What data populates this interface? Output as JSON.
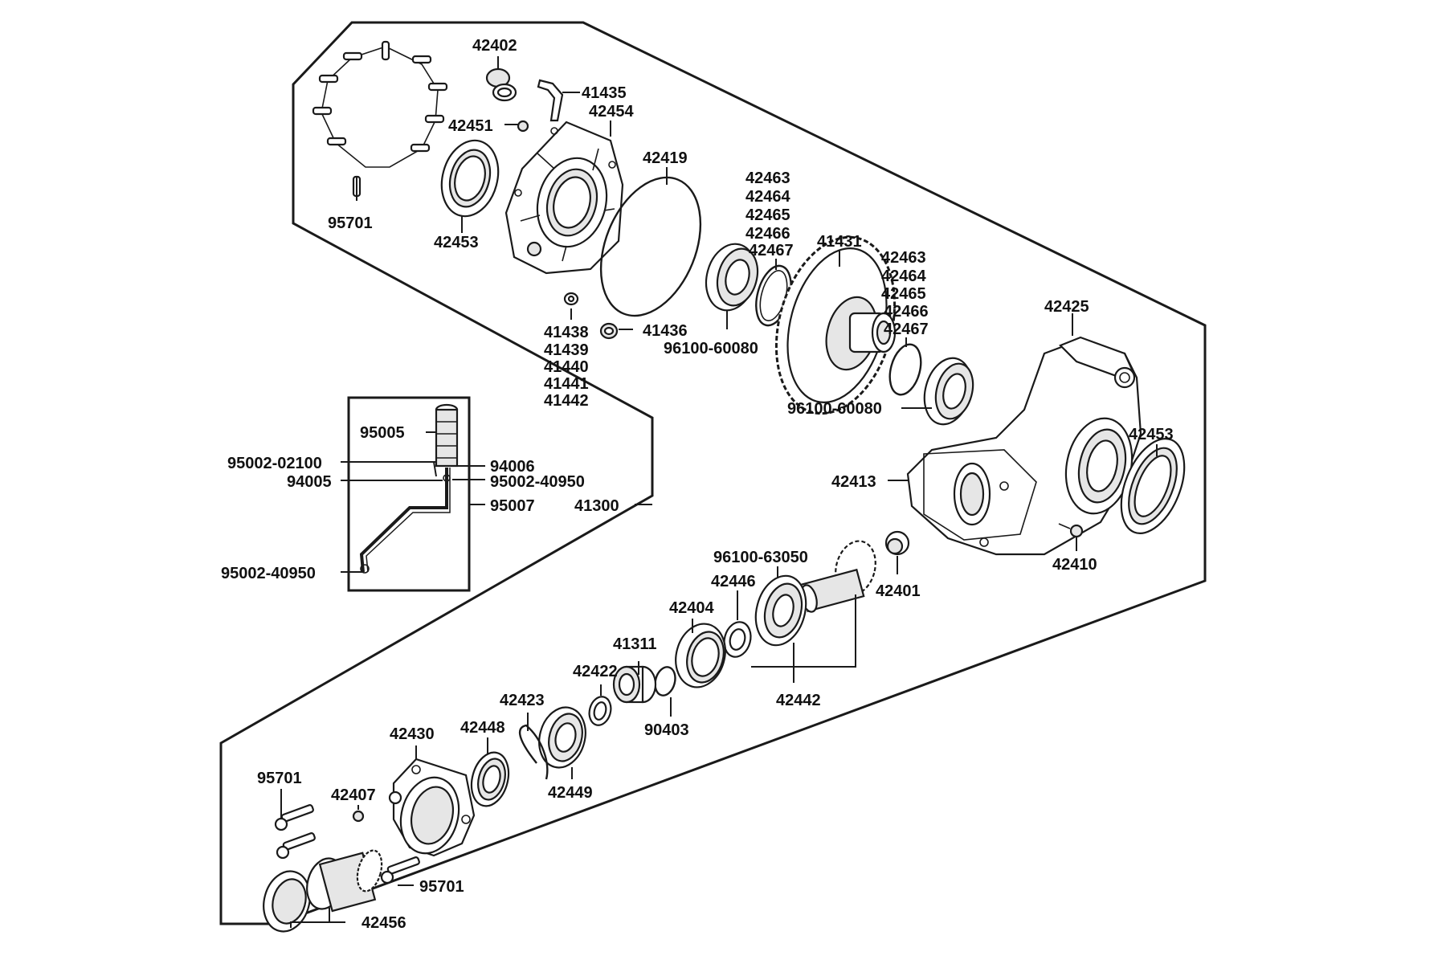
{
  "callouts": {
    "c42402": "42402",
    "c41435": "41435",
    "c42451": "42451",
    "c42454": "42454",
    "c42419": "42419",
    "c95701_top": "95701",
    "c42453_top": "42453",
    "c42463_a": [
      "42463",
      "42464",
      "42465",
      "42466",
      "42467"
    ],
    "c41431": "41431",
    "c42463_b": [
      "42463",
      "42464",
      "42465",
      "42466",
      "42467"
    ],
    "c42425": "42425",
    "c41438": [
      "41438",
      "41439",
      "41440",
      "41441",
      "41442"
    ],
    "c41436": "41436",
    "c96100_60080_a": "96100-60080",
    "c96100_60080_b": "96100-60080",
    "c42453_right": "42453",
    "c42413": "42413",
    "c42410": "42410",
    "c95005": "95005",
    "c95002_02100": "95002-02100",
    "c94006": "94006",
    "c94005": "94005",
    "c95002_40950_a": "95002-40950",
    "c95007": "95007",
    "c41300": "41300",
    "c95002_40950_b": "95002-40950",
    "c96100_63050": "96100-63050",
    "c42446": "42446",
    "c42401": "42401",
    "c42404": "42404",
    "c41311": "41311",
    "c42442": "42442",
    "c42422": "42422",
    "c90403": "90403",
    "c42423": "42423",
    "c42430": "42430",
    "c42448": "42448",
    "c42449": "42449",
    "c95701_bl": "95701",
    "c42407": "42407",
    "c95701_br": "95701",
    "c42456": "42456"
  },
  "colors": {
    "line": "#1a1a1a",
    "text": "#111111",
    "shade": "#e6e6e6"
  }
}
